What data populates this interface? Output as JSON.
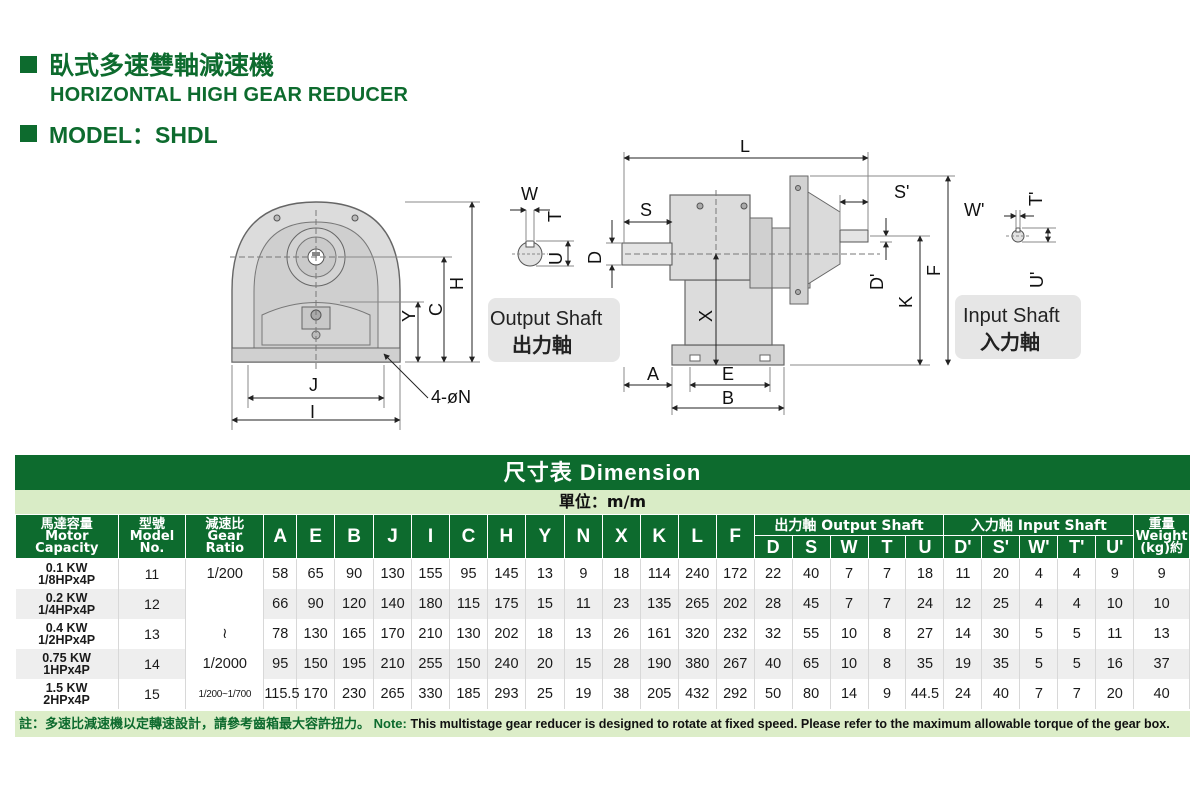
{
  "header": {
    "title_zh": "臥式多速雙軸減速機",
    "title_en": "HORIZONTAL HIGH GEAR REDUCER",
    "model_label": "MODEL：SHDL"
  },
  "drawing": {
    "labels": {
      "W": "W",
      "U": "U",
      "T": "T",
      "D": "D",
      "S": "S",
      "L": "L",
      "S_prime": "S'",
      "W_prime": "W'",
      "T_prime": "T'",
      "U_prime": "U'",
      "D_prime": "D'",
      "H": "H",
      "C": "C",
      "Y": "Y",
      "X": "X",
      "K": "K",
      "F": "F",
      "J": "J",
      "I": "I",
      "N": "4-øN",
      "A": "A",
      "E": "E",
      "B": "B"
    },
    "output_shaft_en": "Output Shaft",
    "output_shaft_zh": "出力軸",
    "input_shaft_en": "Input Shaft",
    "input_shaft_zh": "入力軸"
  },
  "table": {
    "title_zh": "尺寸表",
    "title_en": "Dimension",
    "unit": "單位：m/m",
    "headers": {
      "motor_zh": "馬達容量",
      "motor_en1": "Motor",
      "motor_en2": "Capacity",
      "model_zh": "型號",
      "model_en1": "Model",
      "model_en2": "No.",
      "ratio_zh": "減速比",
      "ratio_en1": "Gear",
      "ratio_en2": "Ratio",
      "dims": [
        "A",
        "E",
        "B",
        "J",
        "I",
        "C",
        "H",
        "Y",
        "N",
        "X",
        "K",
        "L",
        "F"
      ],
      "output_group": "出力軸 Output Shaft",
      "output_cols": [
        "D",
        "S",
        "W",
        "T",
        "U"
      ],
      "input_group": "入力軸 Input Shaft",
      "input_cols": [
        "D'",
        "S'",
        "W'",
        "T'",
        "U'"
      ],
      "weight_zh": "重量",
      "weight_en1": "Weight",
      "weight_en2": "(kg)約"
    },
    "ratio_labels": {
      "top": "1/200",
      "mid": "≀",
      "bottom": "1/2000",
      "last": "1/200~1/700"
    },
    "rows": [
      {
        "cap1": "0.1 KW",
        "cap2": "1/8HPx4P",
        "model": "11",
        "values": [
          "58",
          "65",
          "90",
          "130",
          "155",
          "95",
          "145",
          "13",
          "9",
          "18",
          "114",
          "240",
          "172",
          "22",
          "40",
          "7",
          "7",
          "18",
          "11",
          "20",
          "4",
          "4",
          "9",
          "9"
        ]
      },
      {
        "cap1": "0.2 KW",
        "cap2": "1/4HPx4P",
        "model": "12",
        "values": [
          "66",
          "90",
          "120",
          "140",
          "180",
          "115",
          "175",
          "15",
          "11",
          "23",
          "135",
          "265",
          "202",
          "28",
          "45",
          "7",
          "7",
          "24",
          "12",
          "25",
          "4",
          "4",
          "10",
          "10"
        ]
      },
      {
        "cap1": "0.4 KW",
        "cap2": "1/2HPx4P",
        "model": "13",
        "values": [
          "78",
          "130",
          "165",
          "170",
          "210",
          "130",
          "202",
          "18",
          "13",
          "26",
          "161",
          "320",
          "232",
          "32",
          "55",
          "10",
          "8",
          "27",
          "14",
          "30",
          "5",
          "5",
          "11",
          "13"
        ]
      },
      {
        "cap1": "0.75 KW",
        "cap2": "1HPx4P",
        "model": "14",
        "values": [
          "95",
          "150",
          "195",
          "210",
          "255",
          "150",
          "240",
          "20",
          "15",
          "28",
          "190",
          "380",
          "267",
          "40",
          "65",
          "10",
          "8",
          "35",
          "19",
          "35",
          "5",
          "5",
          "16",
          "37"
        ]
      },
      {
        "cap1": "1.5 KW",
        "cap2": "2HPx4P",
        "model": "15",
        "values": [
          "115.5",
          "170",
          "230",
          "265",
          "330",
          "185",
          "293",
          "25",
          "19",
          "38",
          "205",
          "432",
          "292",
          "50",
          "80",
          "14",
          "9",
          "44.5",
          "24",
          "40",
          "7",
          "7",
          "20",
          "40"
        ]
      }
    ],
    "note_zh": "註：多速比減速機以定轉速設計，請參考齒箱最大容許扭力。",
    "note_en_label": "Note:",
    "note_en": "This multistage gear reducer is designed to rotate at fixed speed. Please refer to the maximum allowable torque of the gear box."
  },
  "colors": {
    "brand_green": "#0d6b2e",
    "light_green": "#d9ecc6",
    "body_gray": "#dcdcdc"
  }
}
